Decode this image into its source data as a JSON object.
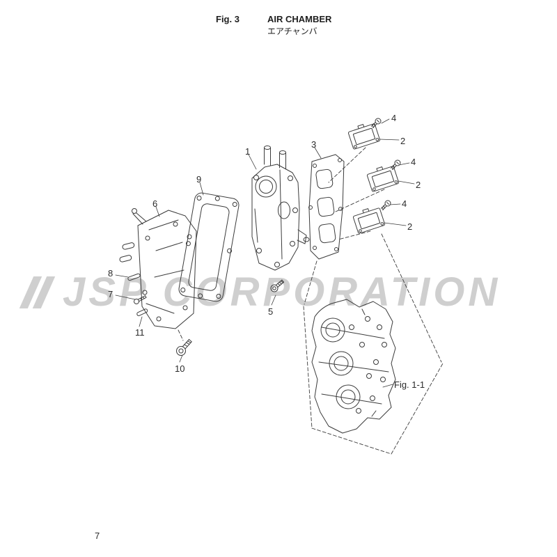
{
  "figure": {
    "fig_label": "Fig. 3",
    "title": "AIR CHAMBER",
    "title_ja": "エアチャンバ",
    "ref_label": "Fig. 1-1",
    "page_number": "7"
  },
  "watermark": {
    "text": "JSP CORPORATION"
  },
  "callouts": [
    {
      "label": "4"
    },
    {
      "label": "2"
    },
    {
      "label": "4"
    },
    {
      "label": "2"
    },
    {
      "label": "4"
    },
    {
      "label": "2"
    },
    {
      "label": "3"
    },
    {
      "label": "1"
    },
    {
      "label": "9"
    },
    {
      "label": "6"
    },
    {
      "label": "8"
    },
    {
      "label": "7"
    },
    {
      "label": "11"
    },
    {
      "label": "5"
    },
    {
      "label": "10"
    }
  ]
}
